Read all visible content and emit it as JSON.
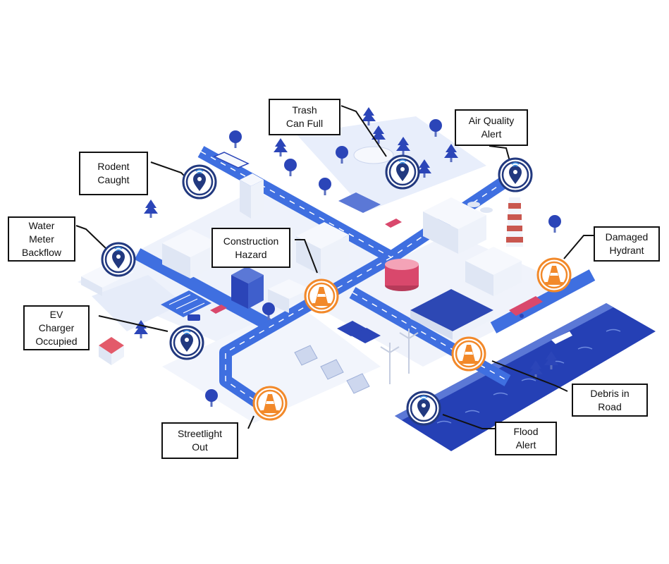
{
  "callouts": {
    "trash_can_full": "Trash\nCan Full",
    "air_quality_alert": "Air Quality\nAlert",
    "rodent_caught": "Rodent\nCaught",
    "water_meter_backflow": "Water\nMeter\nBackflow",
    "construction_hazard": "Construction\nHazard",
    "damaged_hydrant": "Damaged\nHydrant",
    "ev_charger_occupied": "EV\nCharger\nOccupied",
    "debris_in_road": "Debris in\nRoad",
    "streetlight_out": "Streetlight\nOut",
    "flood_alert": "Flood\nAlert"
  },
  "markers": {
    "sensor_kind": "sensor-pin-icon",
    "hazard_kind": "traffic-cone-icon"
  },
  "colors": {
    "road": "#3f6fe0",
    "road_dash": "#ffffff",
    "ground": "#edf1fa",
    "building": "#f1f4fb",
    "building_side": "#d6def0",
    "tree": "#2b45b8",
    "water": "#2540b5",
    "sensor_pin": "#22397f",
    "sensor_ring": "#ffffff",
    "hazard": "#f2892a",
    "tower_red": "#c9574f",
    "tank_pink": "#d9486c",
    "warehouse_roof": "#2d48b4",
    "house_roof": "#e35a6a",
    "callout_border": "#111111"
  }
}
